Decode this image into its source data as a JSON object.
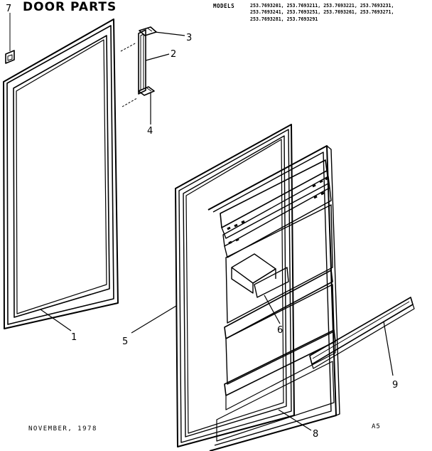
{
  "title": "DOOR PARTS",
  "models_label": "MODELS",
  "models": [
    "253.7693201, 253.7693211, 253.7693221, 253.7693231,",
    "253.7693241, 253.7693251, 253.7693261, 253.7693271,",
    "253.7693281, 253.7693291"
  ],
  "callouts": [
    "1",
    "2",
    "3",
    "4",
    "5",
    "6",
    "7",
    "8",
    "9"
  ],
  "footer_date": "NOVEMBER, 1978",
  "footer_code": "A5"
}
